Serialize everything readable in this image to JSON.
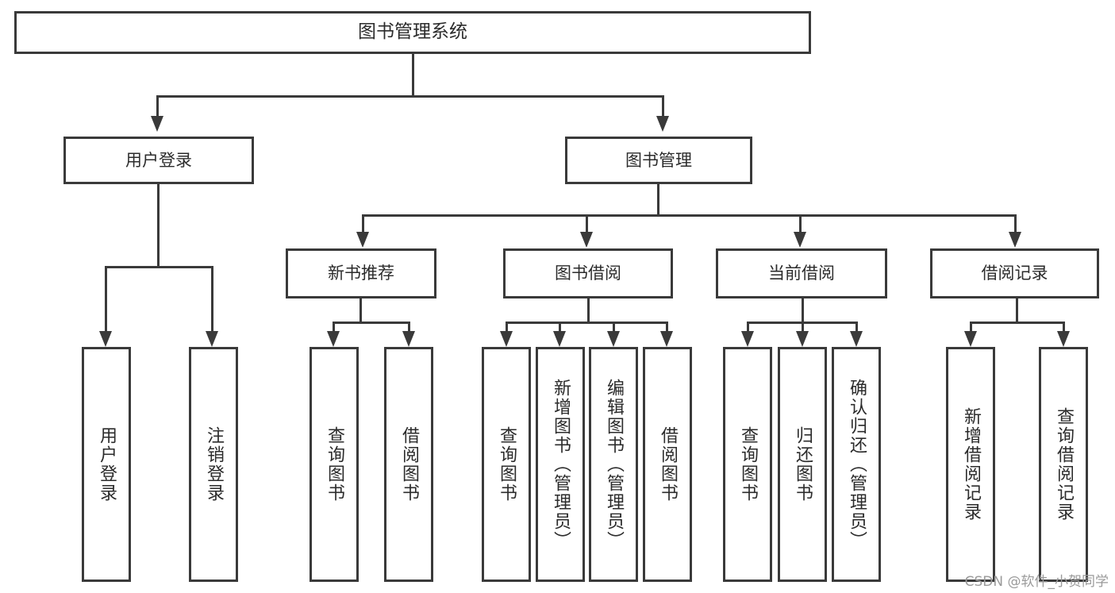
{
  "diagram": {
    "title": "图书管理系统",
    "type": "functional-structure-tree",
    "watermark": "CSDN @软件_小贺同学",
    "colors": {
      "stroke": "#3a3a3a",
      "text": "#2b2b2b",
      "background": "#ffffff",
      "watermark": "#9a9a9a"
    }
  },
  "root": {
    "label": "图书管理系统"
  },
  "level1": [
    {
      "id": "user-login",
      "label": "用户登录"
    },
    {
      "id": "book-manage",
      "label": "图书管理"
    }
  ],
  "level2": [
    {
      "id": "new-book-recommend",
      "label": "新书推荐",
      "parent": "book-manage"
    },
    {
      "id": "book-borrow",
      "label": "图书借阅",
      "parent": "book-manage"
    },
    {
      "id": "current-borrow",
      "label": "当前借阅",
      "parent": "book-manage"
    },
    {
      "id": "borrow-record",
      "label": "借阅记录",
      "parent": "book-manage"
    }
  ],
  "leaves": [
    {
      "id": "leaf-user-login",
      "label": "用户登录",
      "parent": "user-login"
    },
    {
      "id": "leaf-user-logout",
      "label": "注销登录",
      "parent": "user-login"
    },
    {
      "id": "leaf-query-book-1",
      "label": "查询图书",
      "parent": "new-book-recommend"
    },
    {
      "id": "leaf-borrow-book-1",
      "label": "借阅图书",
      "parent": "new-book-recommend"
    },
    {
      "id": "leaf-query-book-2",
      "label": "查询图书",
      "parent": "book-borrow"
    },
    {
      "id": "leaf-add-book",
      "label": "新增图书（管理员）",
      "parent": "book-borrow"
    },
    {
      "id": "leaf-edit-book",
      "label": "编辑图书（管理员）",
      "parent": "book-borrow"
    },
    {
      "id": "leaf-borrow-book-2",
      "label": "借阅图书",
      "parent": "book-borrow"
    },
    {
      "id": "leaf-query-book-3",
      "label": "查询图书",
      "parent": "current-borrow"
    },
    {
      "id": "leaf-return-book",
      "label": "归还图书",
      "parent": "current-borrow"
    },
    {
      "id": "leaf-confirm-return",
      "label": "确认归还（管理员）",
      "parent": "current-borrow"
    },
    {
      "id": "leaf-add-record",
      "label": "新增借阅记录",
      "parent": "borrow-record"
    },
    {
      "id": "leaf-query-record",
      "label": "查询借阅记录",
      "parent": "borrow-record"
    }
  ]
}
